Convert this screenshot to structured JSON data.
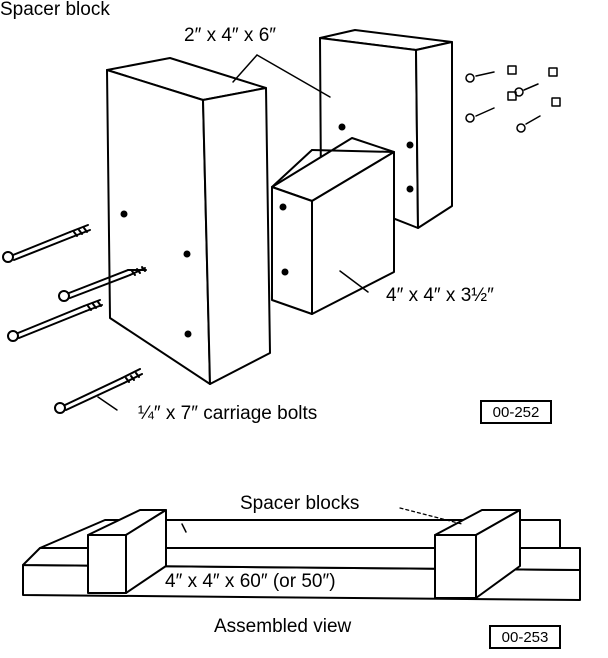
{
  "diagram": {
    "title": "Spacer block",
    "dim_spacer": "2″ x 4″ x 6″",
    "dim_block": "4″ x 4″ x 3½″",
    "dim_bolts": "¼″ x 7″ carriage bolts",
    "fig_top": "00-252",
    "label_spacers": "Spacer blocks",
    "dim_board": "4″ x 4″ x 60″ (or 50″)",
    "caption_bottom": "Assembled view",
    "fig_bottom": "00-253"
  }
}
